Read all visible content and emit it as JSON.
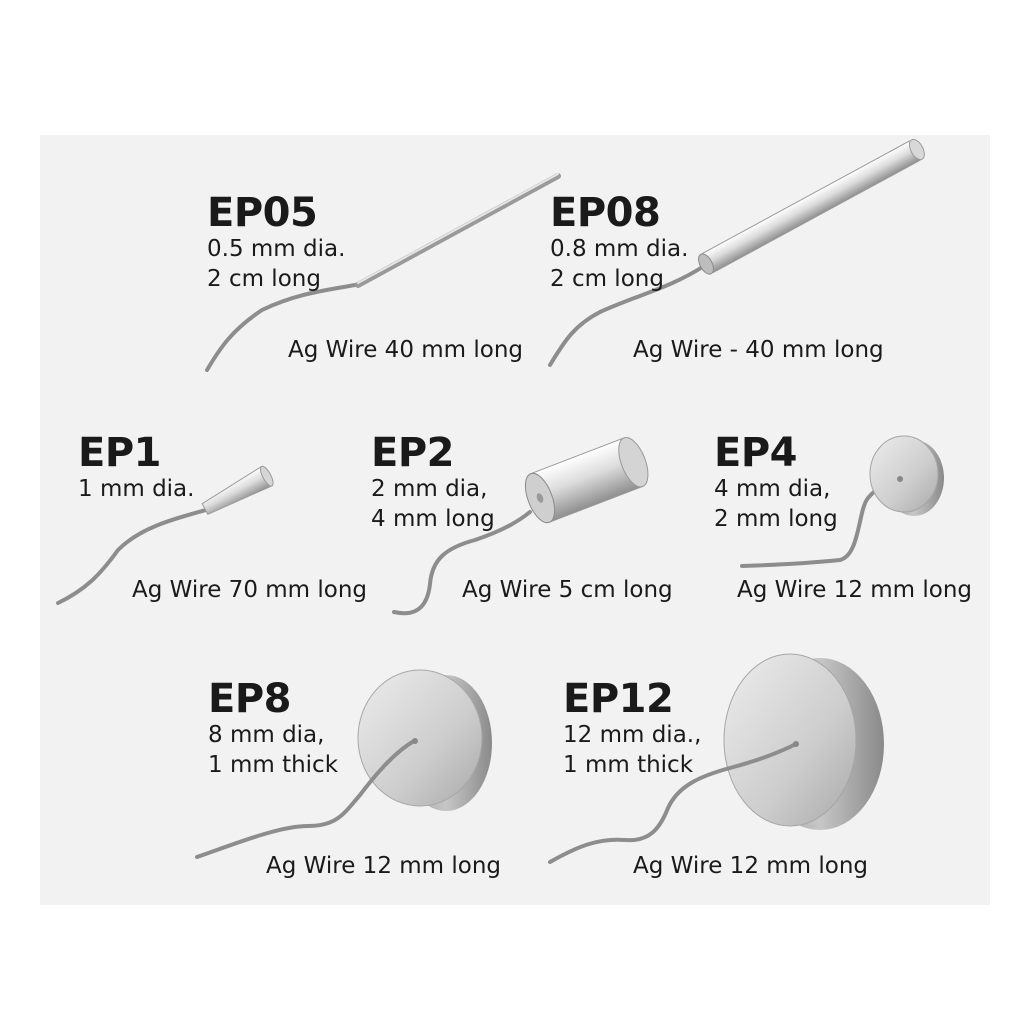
{
  "electrodes": [
    {
      "id": "ep05",
      "name": "EP05",
      "spec1": "0.5 mm dia.",
      "spec2": "2 cm long",
      "wire": "Ag Wire 40 mm long"
    },
    {
      "id": "ep08",
      "name": "EP08",
      "spec1": "0.8 mm dia.",
      "spec2": "2 cm long",
      "wire": "Ag Wire - 40 mm long"
    },
    {
      "id": "ep1",
      "name": "EP1",
      "spec1": "1 mm dia.",
      "spec2": "",
      "wire": "Ag Wire 70 mm  long"
    },
    {
      "id": "ep2",
      "name": "EP2",
      "spec1": "2 mm dia,",
      "spec2": "4 mm long",
      "wire": "Ag Wire 5 cm long"
    },
    {
      "id": "ep4",
      "name": "EP4",
      "spec1": "4 mm dia,",
      "spec2": "2 mm long",
      "wire": "Ag Wire 12 mm long"
    },
    {
      "id": "ep8",
      "name": "EP8",
      "spec1": "8 mm dia,",
      "spec2": "1 mm thick",
      "wire": "Ag Wire 12 mm long"
    },
    {
      "id": "ep12",
      "name": "EP12",
      "spec1": "12 mm dia.,",
      "spec2": "1 mm thick",
      "wire": "Ag Wire 12 mm long"
    }
  ],
  "colors": {
    "background": "#ffffff",
    "panel": "#f2f2f2",
    "metal_light": "#f4f4f4",
    "metal_mid": "#c8c8c8",
    "metal_dark": "#8c8c8c",
    "text": "#1a1a1a"
  }
}
